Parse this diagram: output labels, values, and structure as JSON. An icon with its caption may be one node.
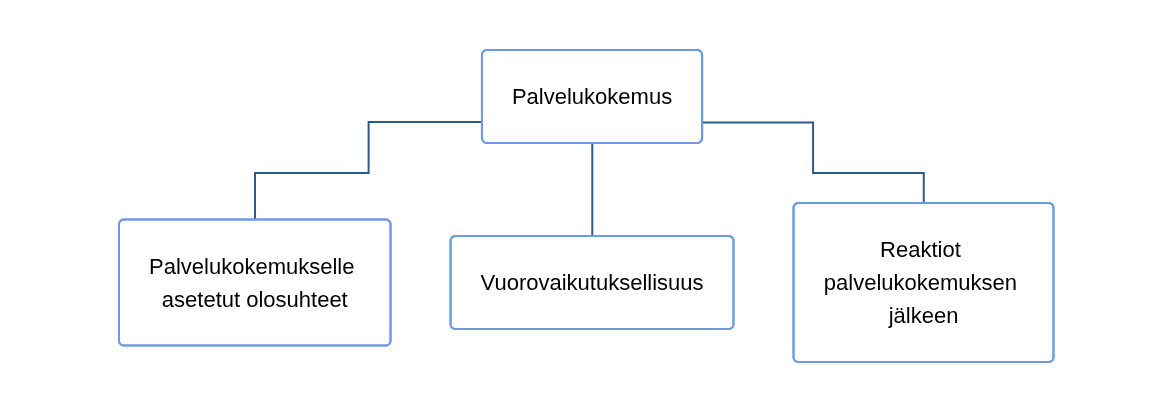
{
  "diagram": {
    "nodes": [
      {
        "text": [
          "Palvelukokemus"
        ]
      },
      {
        "text": [
          "Palvelukokemukselle asetetut olosuhteet"
        ]
      },
      {
        "text": [
          "Vuorovaikutuksellisuus"
        ]
      },
      {
        "text": [
          "Reaktiot palvelukokemuksen jälkeen"
        ]
      }
    ],
    "edges": [
      {
        "from": 0,
        "to": 1,
        "arrow": "none"
      },
      {
        "from": 0,
        "to": 2,
        "arrow": "none"
      },
      {
        "from": 0,
        "to": 3,
        "arrow": "none"
      }
    ]
  }
}
